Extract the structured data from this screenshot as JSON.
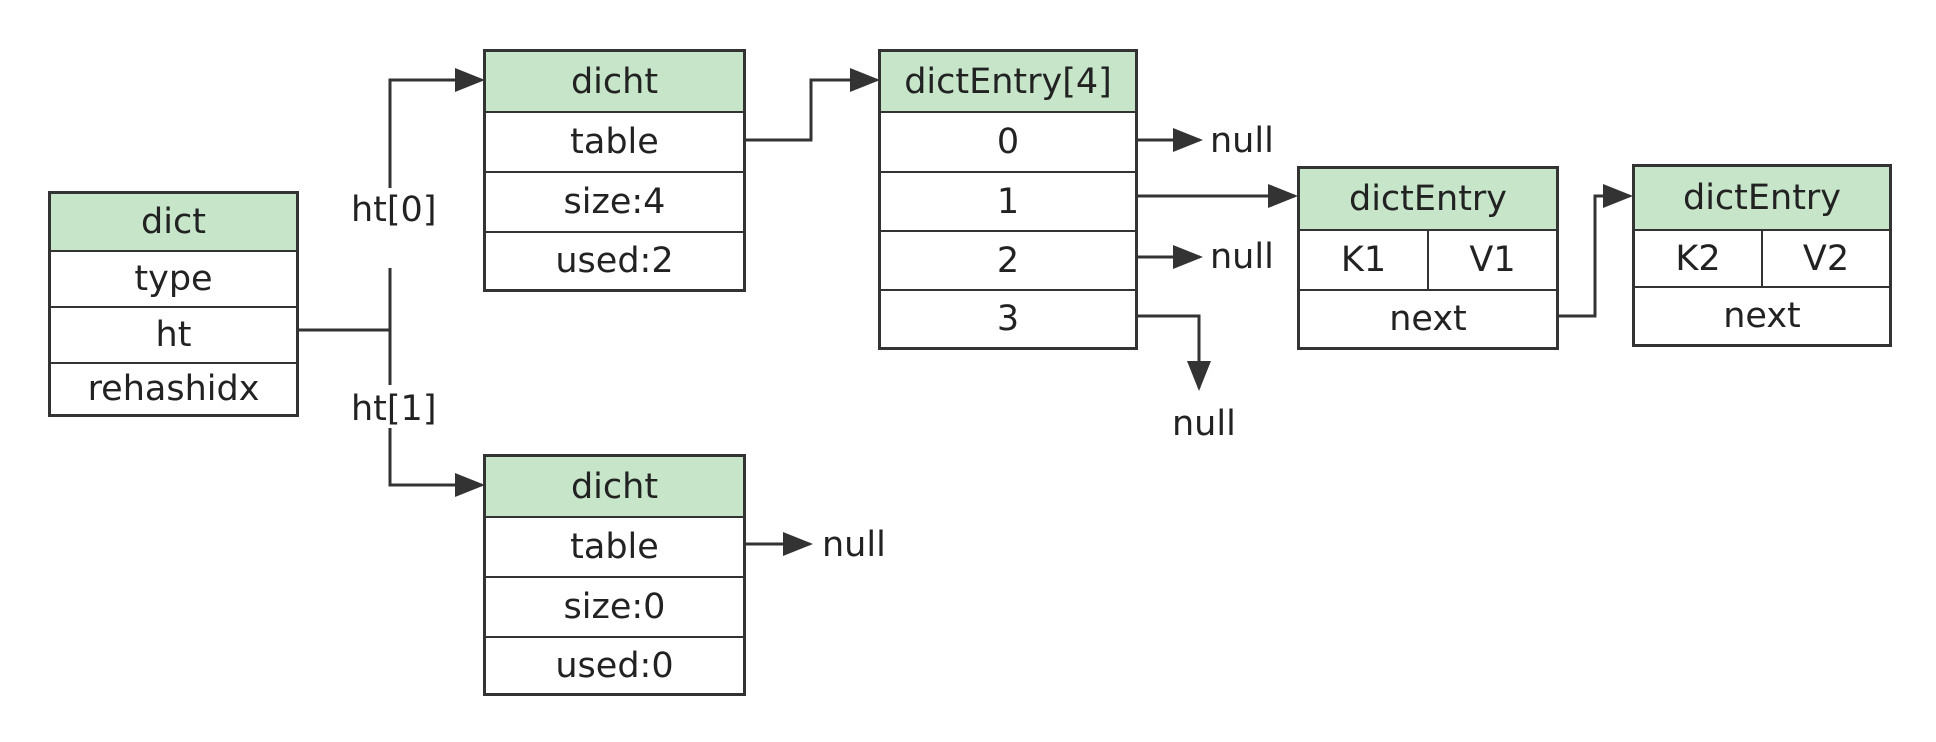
{
  "dict": {
    "title": "dict",
    "fields": [
      "type",
      "ht",
      "rehashidx"
    ]
  },
  "links": {
    "ht0": "ht[0]",
    "ht1": "ht[1]"
  },
  "dicht0": {
    "title": "dicht",
    "fields": [
      "table",
      "size:4",
      "used:2"
    ]
  },
  "dicht1": {
    "title": "dicht",
    "fields": [
      "table",
      "size:0",
      "used:0"
    ],
    "table_target": "null"
  },
  "entry_array": {
    "title": "dictEntry[4]",
    "slots": [
      "0",
      "1",
      "2",
      "3"
    ],
    "slot_targets": {
      "0": "null",
      "2": "null",
      "3": "null"
    }
  },
  "entry1": {
    "title": "dictEntry",
    "key": "K1",
    "value": "V1",
    "next": "next"
  },
  "entry2": {
    "title": "dictEntry",
    "key": "K2",
    "value": "V2",
    "next": "next"
  },
  "colors": {
    "header_fill": "#c6e5c9",
    "stroke": "#333333"
  }
}
